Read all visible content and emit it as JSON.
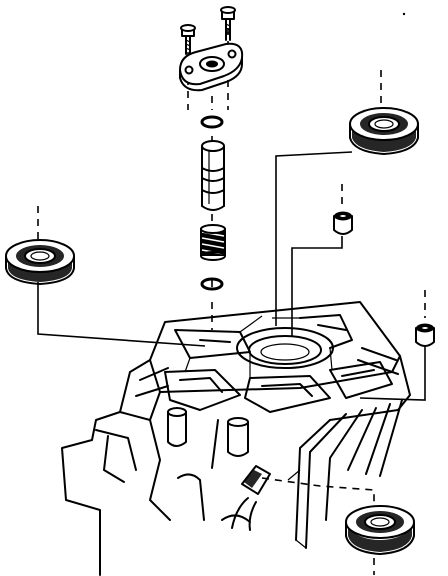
{
  "figure": {
    "kind": "exploded-parts-diagram",
    "background": "#ffffff",
    "ink": "#000000",
    "text": []
  },
  "parts": [
    {
      "name": "cover-bolt-left"
    },
    {
      "name": "cover-bolt-right"
    },
    {
      "name": "valve-cover-plate"
    },
    {
      "name": "o-ring-upper"
    },
    {
      "name": "valve-sleeve"
    },
    {
      "name": "valve-spring"
    },
    {
      "name": "o-ring-lower"
    },
    {
      "name": "bearing-left"
    },
    {
      "name": "bearing-upper-right"
    },
    {
      "name": "bushing-right"
    },
    {
      "name": "bushing-far-right"
    },
    {
      "name": "bearing-lower-right"
    },
    {
      "name": "housing-case"
    }
  ]
}
